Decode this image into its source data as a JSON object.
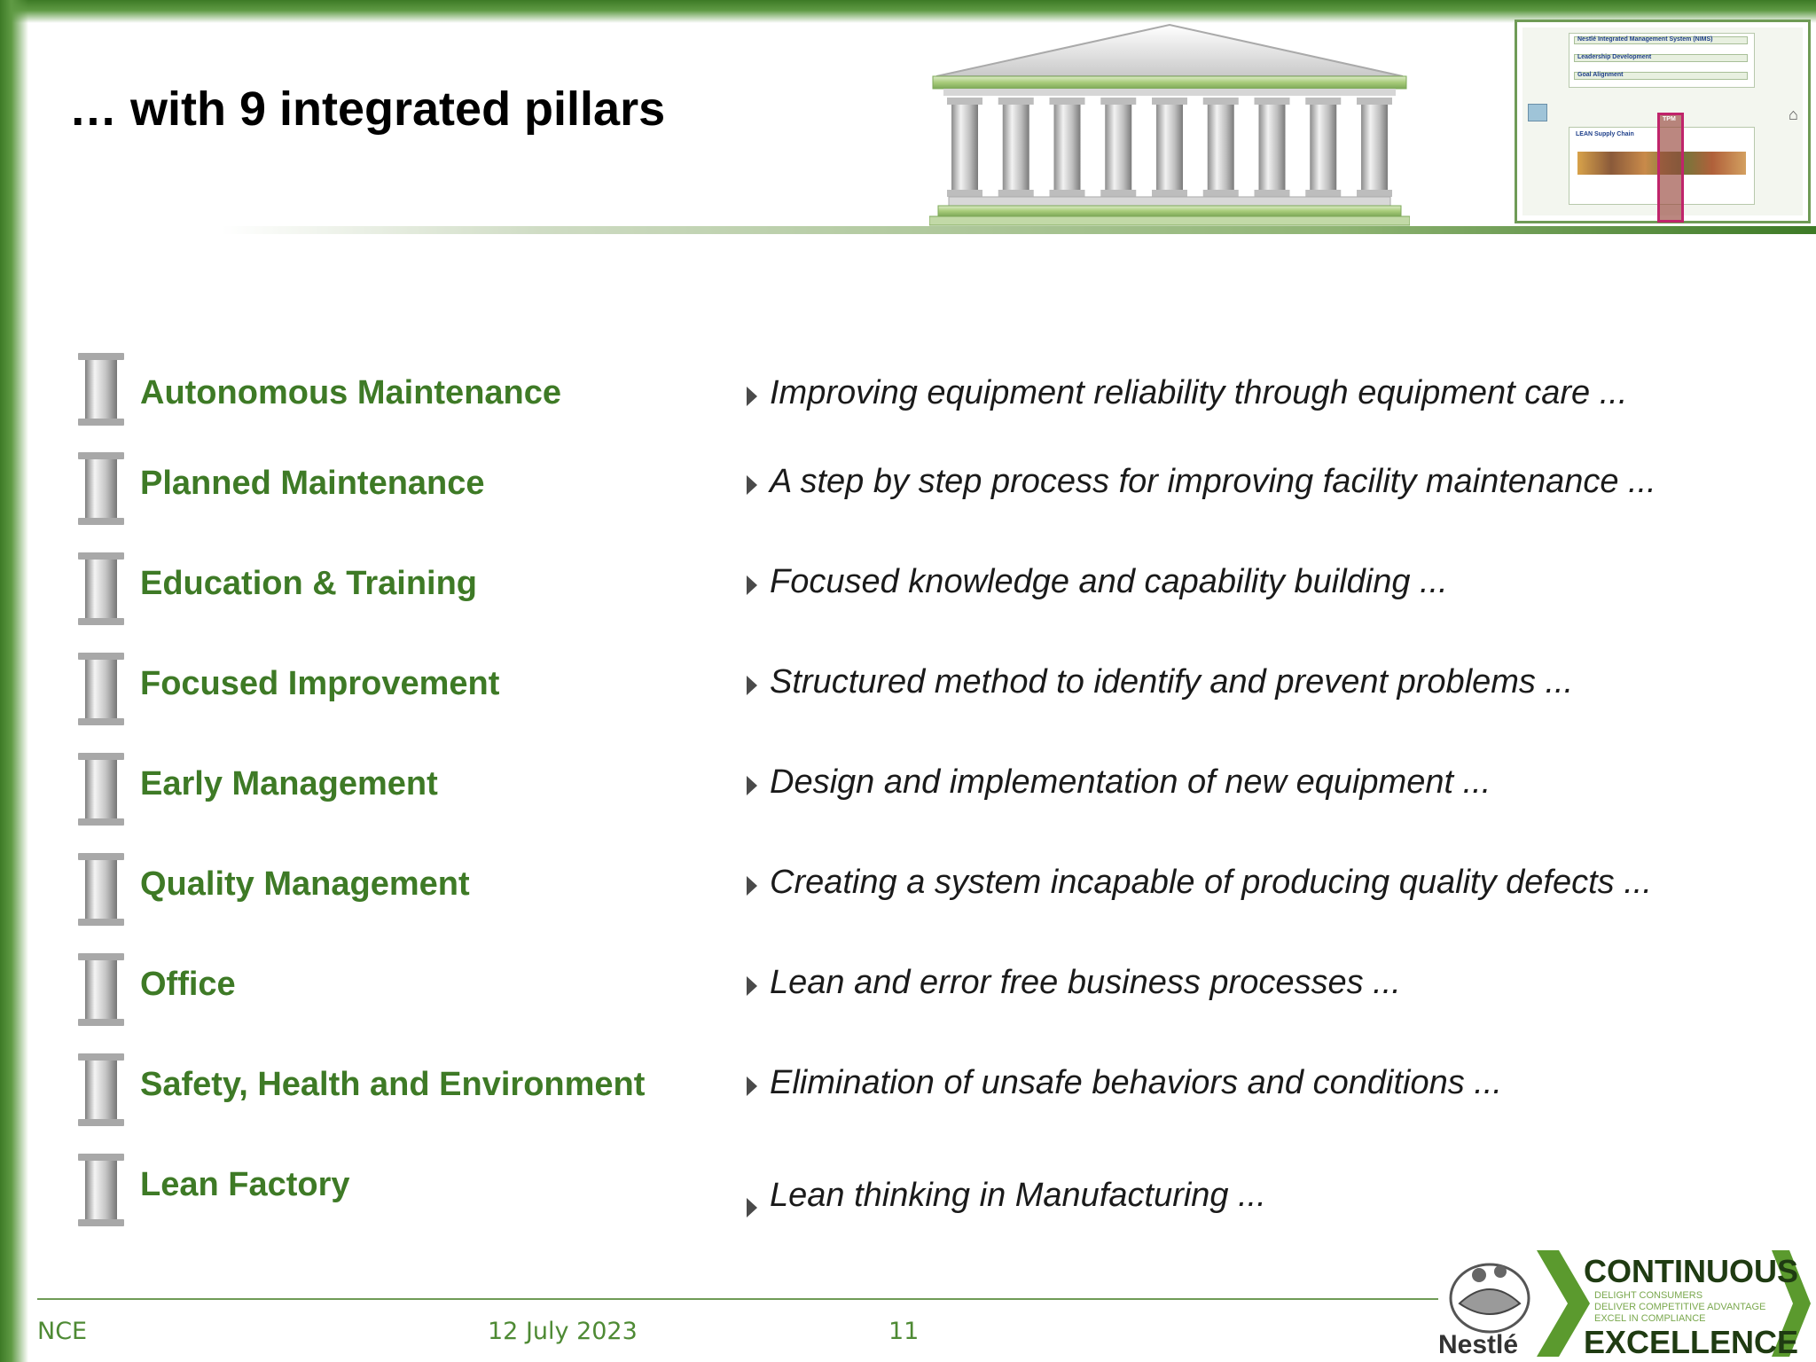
{
  "slide": {
    "title": "… with 9 integrated pillars"
  },
  "pillars": [
    {
      "name": "Autonomous Maintenance",
      "description": "Improving equipment reliability through equipment care ..."
    },
    {
      "name": "Planned Maintenance",
      "description": "A step by step process for improving facility maintenance ..."
    },
    {
      "name": "Education & Training",
      "description": "Focused knowledge and capability building ..."
    },
    {
      "name": "Focused Improvement",
      "description": "Structured method to identify and prevent problems ..."
    },
    {
      "name": "Early Management",
      "description": "Design and implementation of new equipment ..."
    },
    {
      "name": "Quality Management",
      "description": "Creating a system incapable of producing quality defects ..."
    },
    {
      "name": "Office",
      "description": "Lean and error free business processes ..."
    },
    {
      "name": "Safety, Health and Environment",
      "description": "Elimination of unsafe behaviors and conditions ..."
    },
    {
      "name": "Lean Factory",
      "description": "Lean thinking in Manufacturing ..."
    }
  ],
  "thumbnail": {
    "labels": [
      "Nestlé Integrated Management System (NIMS)",
      "Leadership Development",
      "Goal Alignment",
      "LEAN Supply Chain",
      "TPM"
    ]
  },
  "footer": {
    "org": "NCE",
    "date": "12 July 2023",
    "page": "11"
  },
  "logo": {
    "brand": "Nestlé",
    "word_top": "CONTINUOUS",
    "word_bottom": "EXCELLENCE",
    "tagline": [
      "DELIGHT CONSUMERS",
      "DELIVER COMPETITIVE ADVANTAGE",
      "EXCEL IN COMPLIANCE"
    ]
  },
  "colors": {
    "brand_green": "#3e7a26",
    "frame_green": "#5f9a44",
    "highlight_pink": "#c0246b"
  }
}
